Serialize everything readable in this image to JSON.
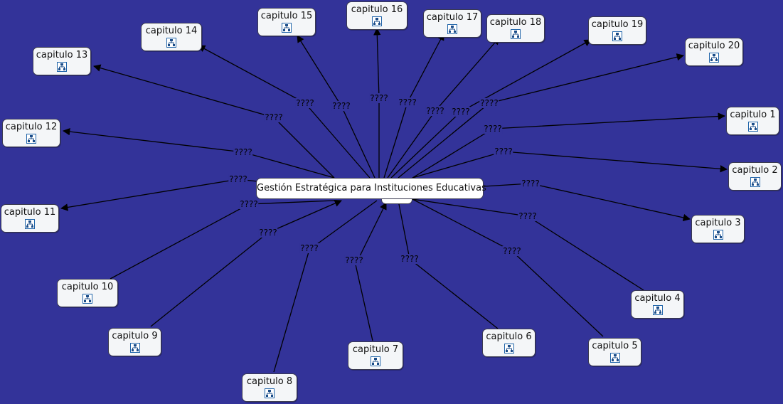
{
  "center": {
    "label": "Gestión Estratégica para Instituciones Educativas"
  },
  "link_label": "????",
  "nodes": [
    {
      "id": "c1",
      "label": "capitulo 1"
    },
    {
      "id": "c2",
      "label": "capitulo 2"
    },
    {
      "id": "c3",
      "label": "capitulo 3"
    },
    {
      "id": "c4",
      "label": "capitulo 4"
    },
    {
      "id": "c5",
      "label": "capitulo 5"
    },
    {
      "id": "c6",
      "label": "capitulo 6"
    },
    {
      "id": "c7",
      "label": "capitulo 7"
    },
    {
      "id": "c8",
      "label": "capitulo 8"
    },
    {
      "id": "c9",
      "label": "capitulo 9"
    },
    {
      "id": "c10",
      "label": "capitulo 10"
    },
    {
      "id": "c11",
      "label": "capitulo 11"
    },
    {
      "id": "c12",
      "label": "capitulo 12"
    },
    {
      "id": "c13",
      "label": "capitulo 13"
    },
    {
      "id": "c14",
      "label": "capitulo 14"
    },
    {
      "id": "c15",
      "label": "capitulo 15"
    },
    {
      "id": "c16",
      "label": "capitulo 16"
    },
    {
      "id": "c17",
      "label": "capitulo 17"
    },
    {
      "id": "c18",
      "label": "capitulo 18"
    },
    {
      "id": "c19",
      "label": "capitulo 19"
    },
    {
      "id": "c20",
      "label": "capitulo 20"
    }
  ],
  "icon": "concept-map-icon",
  "colors": {
    "background": "#333399",
    "node_fill": "#f4f6f8",
    "edge": "#000000",
    "text": "#111111"
  }
}
